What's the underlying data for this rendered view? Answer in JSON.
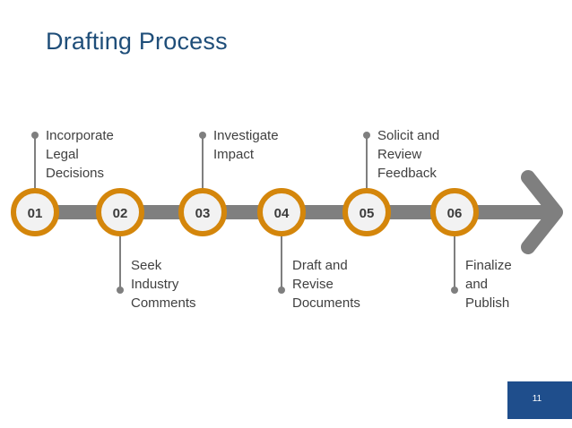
{
  "slide": {
    "title": "Drafting Process",
    "page_number": "11"
  },
  "colors": {
    "title": "#1f4e79",
    "track": "#7f7f7f",
    "circle_ring": "#d4860b",
    "circle_fill": "#f2f2f2",
    "page_box": "#1f4e8c"
  },
  "steps": [
    {
      "number": "01",
      "lines": [
        "Incorporate",
        "Legal",
        "Decisions"
      ],
      "position": "above"
    },
    {
      "number": "02",
      "lines": [
        "Seek",
        "Industry",
        "Comments"
      ],
      "position": "below"
    },
    {
      "number": "03",
      "lines": [
        "Investigate",
        "Impact"
      ],
      "position": "above"
    },
    {
      "number": "04",
      "lines": [
        "Draft and",
        "Revise",
        "Documents"
      ],
      "position": "below"
    },
    {
      "number": "05",
      "lines": [
        "Solicit and",
        "Review",
        "Feedback"
      ],
      "position": "above"
    },
    {
      "number": "06",
      "lines": [
        "Finalize",
        "and",
        "Publish"
      ],
      "position": "below"
    }
  ]
}
